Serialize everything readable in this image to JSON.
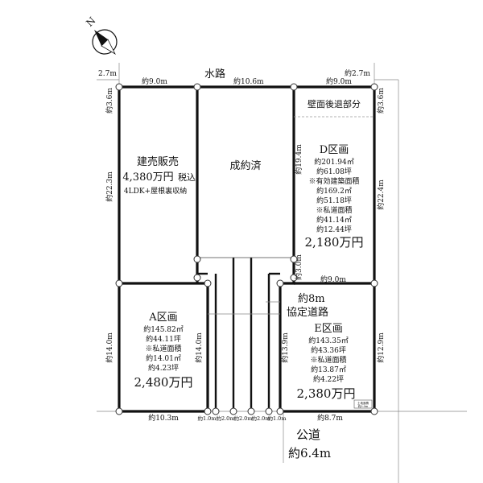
{
  "compass": {
    "label": "N"
  },
  "top": {
    "waterway": "水路",
    "left_offset": "2.7m",
    "right_offset": "約2.7m",
    "seg_left": "約9.0m",
    "seg_mid": "約10.6m",
    "seg_right": "約9.0m"
  },
  "left_lot": {
    "status": "建売販売",
    "price": "4,380万円",
    "tax": "税込",
    "spec": "4LDK+屋根裏収納",
    "side_top": "約3.6m",
    "side_main": "約22.3m"
  },
  "middle_lot": {
    "status": "成約済"
  },
  "d_lot": {
    "setback": "壁面後退部分",
    "name": "D区画",
    "area_m2": "約201.94㎡",
    "area_tsubo": "約61.08坪",
    "eff_title": "※有効建築面積",
    "eff_m2": "約169.2㎡",
    "eff_tsubo": "約51.18坪",
    "road_title": "※私道面積",
    "road_m2": "約41.14㎡",
    "road_tsubo": "約12.44坪",
    "price": "2,180万円",
    "side_left": "約19.4m",
    "side_right_top": "約3.6m",
    "side_right": "約22.4m",
    "side_small": "約3.0m",
    "bottom": "約9.0m"
  },
  "a_lot": {
    "name": "A区画",
    "area_m2": "約145.82㎡",
    "area_tsubo": "約44.11坪",
    "road_title": "※私道面積",
    "road_m2": "約14.01㎡",
    "road_tsubo": "約4.23坪",
    "price": "2,480万円",
    "side_left": "約14.0m",
    "side_right": "約14.0m",
    "bottom": "約10.3m"
  },
  "e_lot": {
    "name": "E区画",
    "area_m2": "約143.35㎡",
    "area_tsubo": "約43.36坪",
    "road_title": "※私道面積",
    "road_m2": "約13.87㎡",
    "road_tsubo": "約4.22坪",
    "price": "2,380万円",
    "side_left": "約13.9m",
    "side_right": "約12.9m",
    "bottom": "約8.7m"
  },
  "road": {
    "width": "約8m",
    "name": "協定道路"
  },
  "bottom_dims": [
    "約1.0m",
    "約2.0m",
    "約2.0m",
    "約2.0m",
    "約1.0m"
  ],
  "public_road": {
    "name": "公道",
    "width": "約6.4m"
  },
  "stamp": {
    "l1": "土地面積",
    "l2": "約0.0m"
  }
}
